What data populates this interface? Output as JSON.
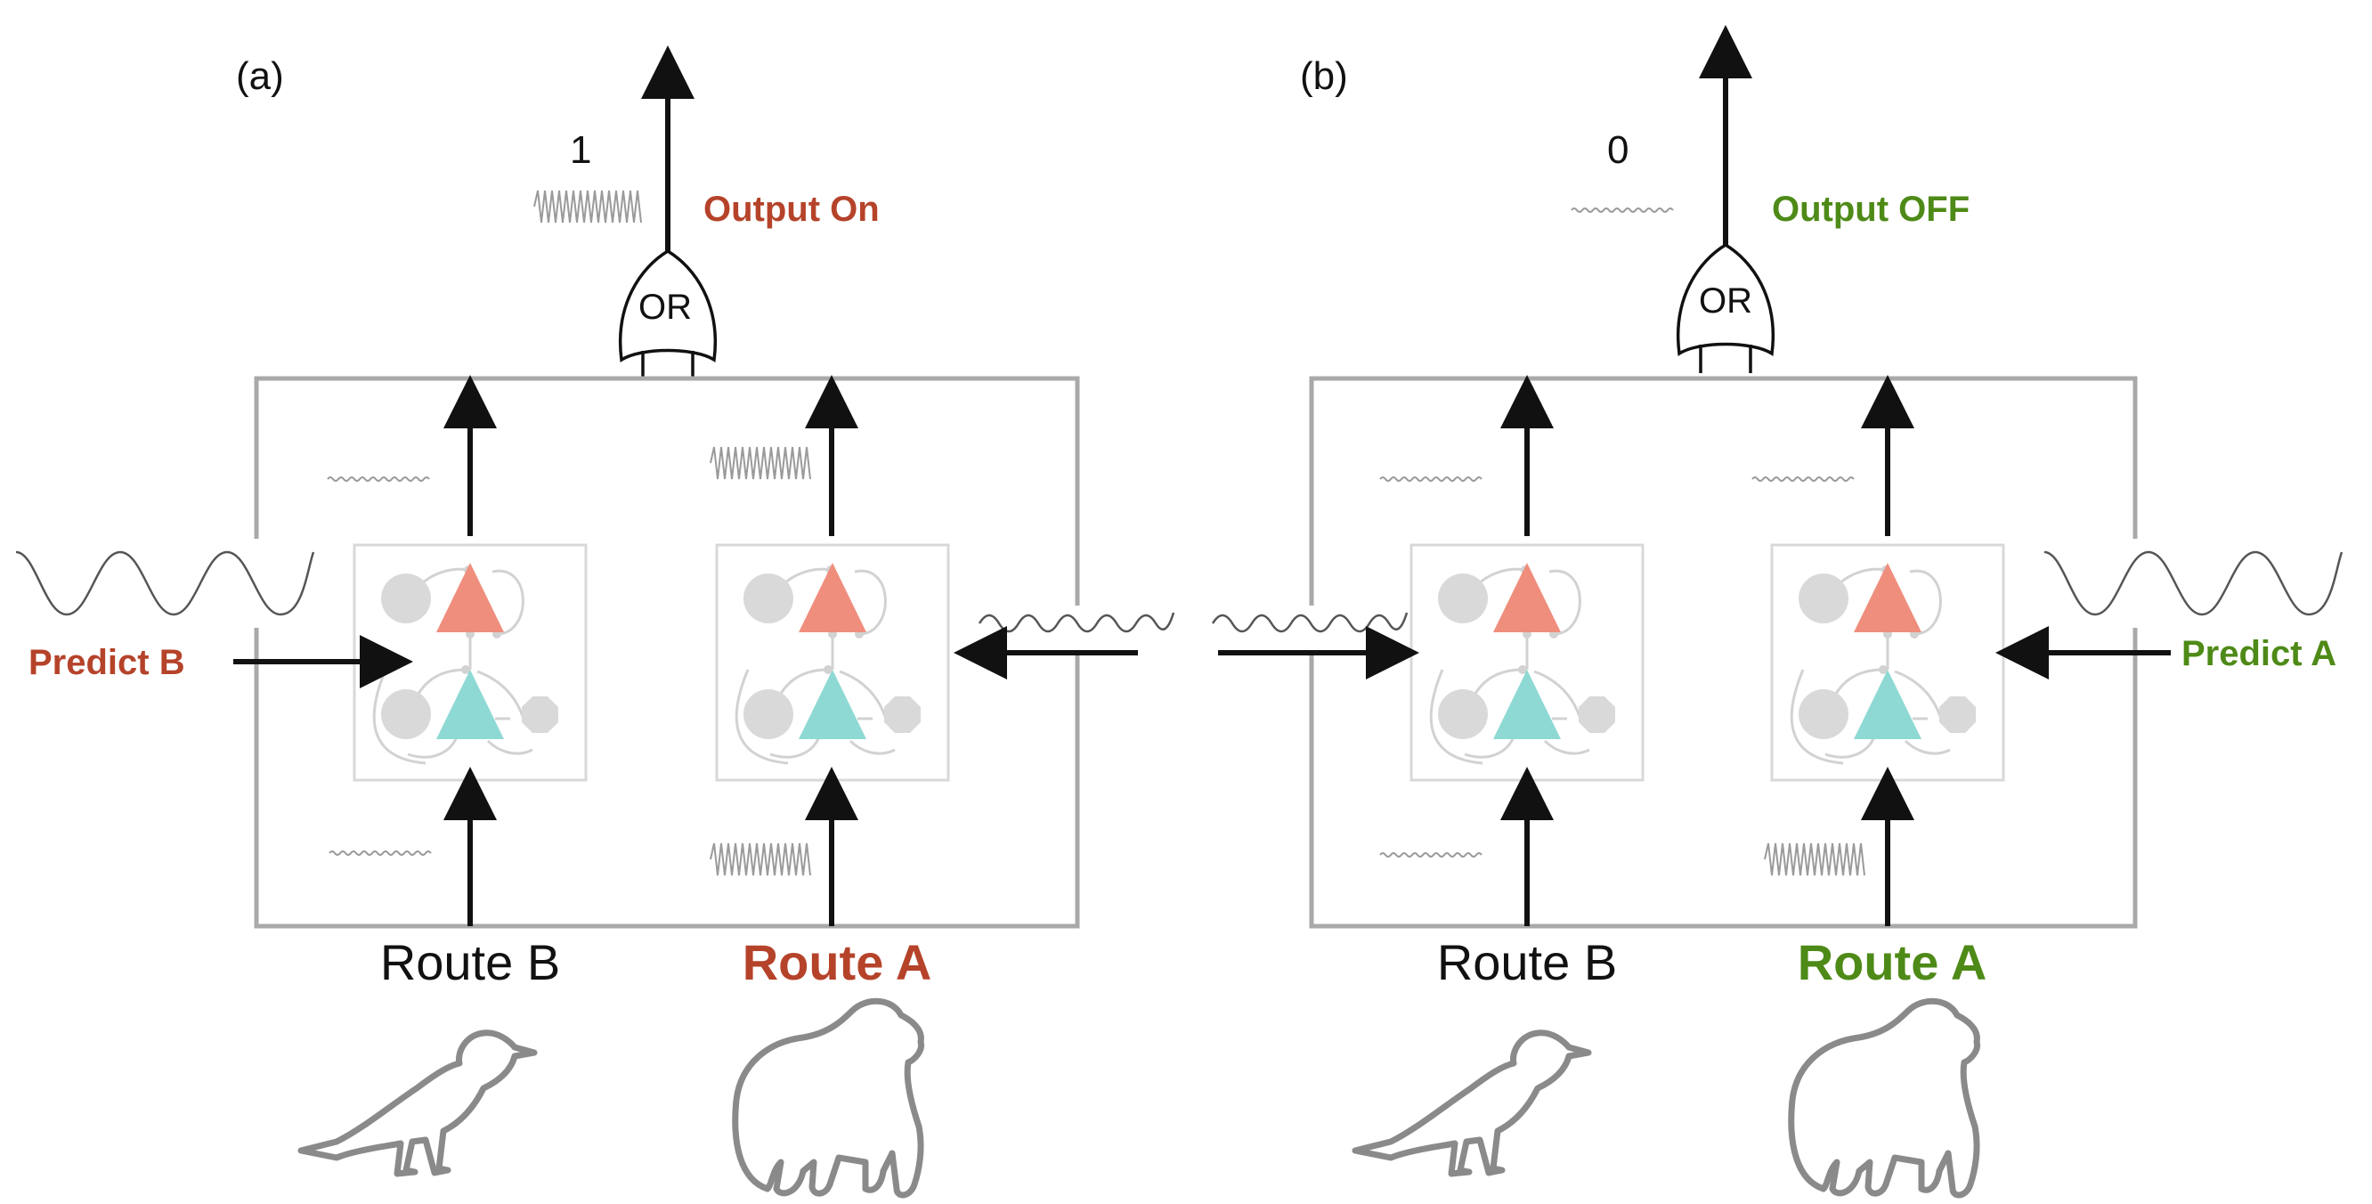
{
  "colors": {
    "red": "#b5432a",
    "green": "#4e8a17",
    "black": "#111111",
    "frame_gray": "#a9a9a9",
    "circuit_gray": "#d6d6d6",
    "pyramidal_red": "#ef8e7d",
    "pyramidal_cyan": "#8fd9d4",
    "animal_gray": "#8a8a8a"
  },
  "panels": [
    {
      "id": "a",
      "panel_label": "(a)",
      "output_value": "1",
      "output_state": "Output On",
      "state_color": "#b5432a",
      "gate_label": "OR",
      "predict_label": "Predict B",
      "predict_side": "left",
      "output_activity": "high",
      "routes": [
        {
          "label": "Route  B",
          "highlight": false,
          "color": "#111111",
          "animal": "crow-icon",
          "activity": "low"
        },
        {
          "label": "Route  A",
          "highlight": true,
          "color": "#b5432a",
          "animal": "gorilla-icon",
          "activity": "high"
        }
      ]
    },
    {
      "id": "b",
      "panel_label": "(b)",
      "output_value": "0",
      "output_state": "Output OFF",
      "state_color": "#4e8a17",
      "gate_label": "OR",
      "predict_label": "Predict A",
      "predict_side": "right",
      "output_activity": "low",
      "routes": [
        {
          "label": "Route  B",
          "highlight": false,
          "color": "#111111",
          "animal": "crow-icon",
          "activity": "low"
        },
        {
          "label": "Route  A",
          "highlight": true,
          "color": "#4e8a17",
          "animal": "gorilla-icon",
          "activity": "low"
        }
      ]
    }
  ]
}
